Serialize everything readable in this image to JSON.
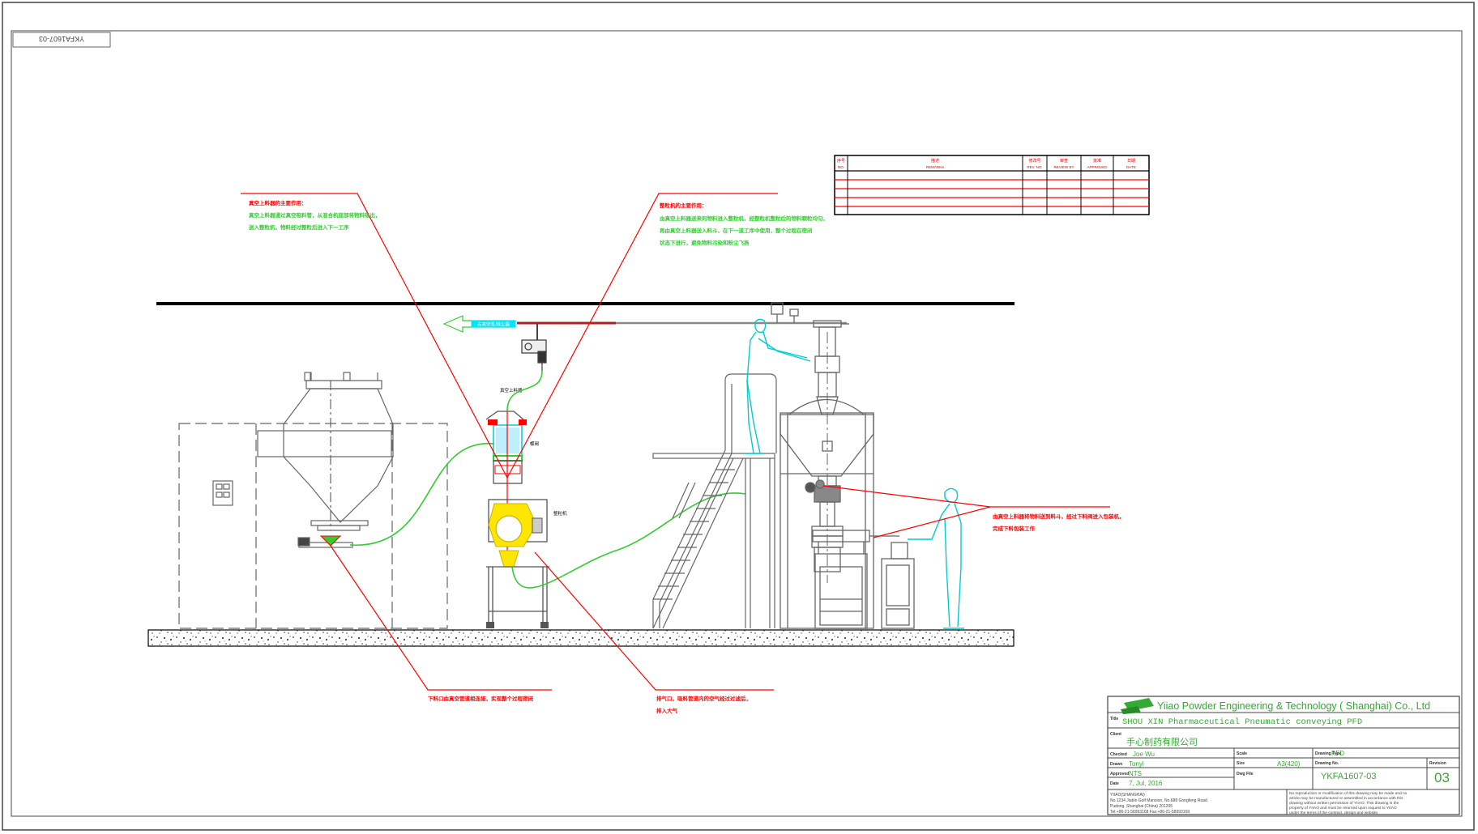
{
  "frame": {
    "corner_tag": "YKFA1607-03"
  },
  "revision_table": {
    "headers": [
      [
        "序号",
        "NO."
      ],
      [
        "描述",
        "REMARKS"
      ],
      [
        "修改号",
        "REV. NO."
      ],
      [
        "审查",
        "REVIEW BY"
      ],
      [
        "批准",
        "APPROVED"
      ],
      [
        "日期",
        "DATE"
      ]
    ]
  },
  "callouts": {
    "top_left": [
      "真空上料器的主要作用：",
      "真空上料器通过真空吸料管，从混合机底部将物料吸出，",
      "送入整粒机，物料经过整粒后进入下一工序"
    ],
    "top_right": [
      "整粒机的主要作用：",
      "由真空上料器送来的物料进入整粒机，经整粒机整粒后的物料颗粒均匀，",
      "再由真空上料器送入料斗，在下一道工序中使用，整个过程在密闭",
      "状态下进行，避免物料污染和粉尘飞扬"
    ],
    "right": [
      "由真空上料器将物料送到料斗，经过下料阀进入包装机，",
      "完成下料包装工作"
    ],
    "bottom_left": "下料口由真空管道相连接，实现整个过程密闭",
    "bottom_right": [
      "排气口，吸料管道内的空气经过过滤后，",
      "排入大气"
    ]
  },
  "labels": {
    "arrow": "去真空泵/除尘器",
    "loader": "真空上料器",
    "valve": "蝶阀",
    "mill": "整粒机"
  },
  "title_block": {
    "company": "Yiiao Powder Engineering & Technology ( Shanghai) Co., Ltd",
    "title_label": "Title",
    "title": "SHOU XIN Pharmaceutical Pneumatic conveying PFD",
    "client_label": "Client",
    "client": "手心制药有限公司",
    "checked_label": "Checked",
    "checked": "Joe Wu",
    "drawn_label": "Drawn",
    "drawn": "Tonyl",
    "approved_label": "Approved",
    "approved": "NTS",
    "date_label": "Date",
    "date": "7, Jul, 2016",
    "scale_label": "Scale",
    "scale": "",
    "size_label": "Size",
    "size": "A3(420)",
    "type_label": "Drawing Type",
    "type": "PFD",
    "drawing_no_label": "Drawing No.",
    "drawing_no": "YKFA1607-03",
    "dwg_file_label": "Dwg File",
    "dwg_file": "",
    "revision_label": "Revision",
    "revision": "03",
    "address_1": "YIIAO(SHANGHAI)",
    "address_2": "No.1234 Jiabin Golf Mansion, No.688 Gongfeng Road",
    "address_3": "Pudong, Shanghai (China) 201205",
    "address_4": "Tel:+86-21-58993168   Fax:+86-21-58993169",
    "legal_1": "No reproduction or modification of this drawing may be made and no",
    "legal_2": "article may be manufactured or assembled in accordance with this",
    "legal_3": "drawing without written permission of YIIAO. This drawing is the",
    "legal_4": "property of YIIAO and must be returned upon request to YIIAO",
    "legal_5": "under the terms of the contract, design and website."
  },
  "colors": {
    "callout": "#ff0000",
    "pipe_green": "#33cc33",
    "operator": "#00cccc",
    "mill_yellow": "#ffe600",
    "equipment": "#666666",
    "title_green": "#33aa33"
  }
}
